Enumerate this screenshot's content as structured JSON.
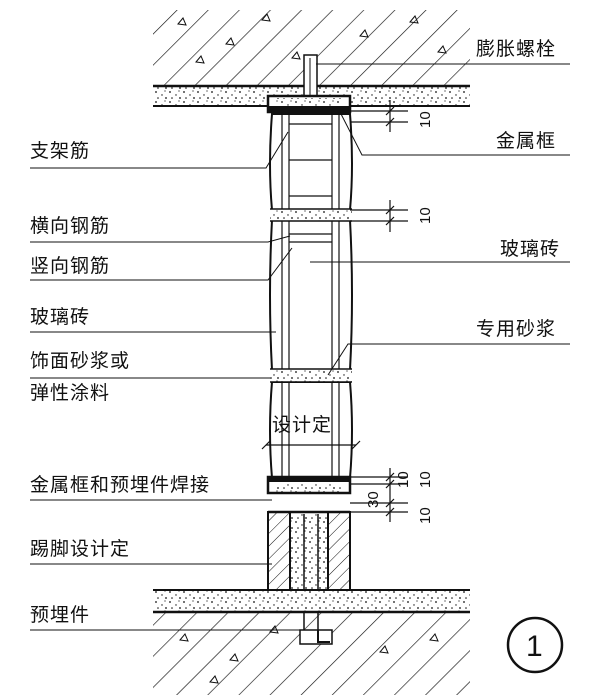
{
  "labels": {
    "expansion_bolt": "膨胀螺栓",
    "metal_frame": "金属框",
    "support_bar": "支架筋",
    "transverse_rebar": "横向钢筋",
    "vertical_rebar": "竖向钢筋",
    "glass_brick_right": "玻璃砖",
    "glass_brick_left": "玻璃砖",
    "special_mortar": "专用砂浆",
    "finish_line1": "饰面砂浆或",
    "finish_line2": "弹性涂料",
    "design_determined": "设计定",
    "weld_label": "金属框和预埋件焊接",
    "skirting": "踢脚设计定",
    "embedded_part": "预埋件"
  },
  "dimensions": {
    "top_gap": "10",
    "joint_gap": "10",
    "bottom_gap_a": "10",
    "bottom_gap_b": "10",
    "bottom_total": "30",
    "bottom_gap_c": "10"
  },
  "detail_number": "1"
}
